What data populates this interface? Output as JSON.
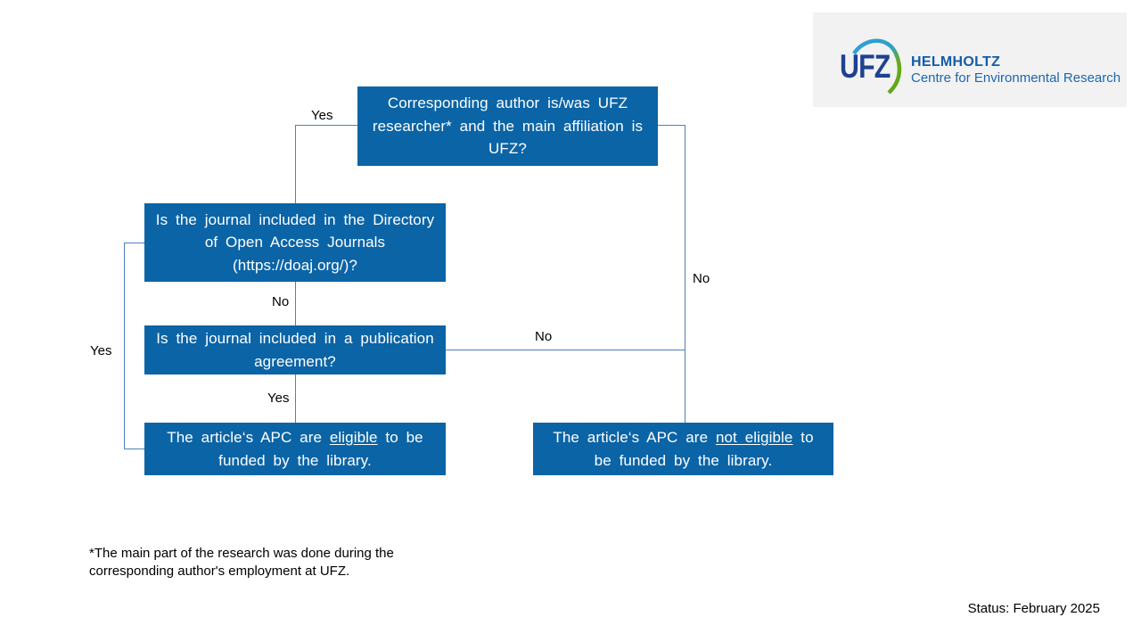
{
  "logo": {
    "ufz_text": "UFZ",
    "org_name": "HELMHOLTZ",
    "org_subtitle": "Centre for Environmental Research"
  },
  "colors": {
    "node_blue": "#0b64a6",
    "connector_blue": "#4f81bd",
    "ufz_navy": "#1e4191",
    "helmholtz_blue": "#155ca9",
    "subtitle_blue": "#1d66af",
    "arc_blue": "#2d9fd8",
    "arc_green": "#5ea71c",
    "logo_panel_bg": "#f2f2f2"
  },
  "flowchart": {
    "nodes": {
      "q1": "Corresponding author is/was UFZ researcher* and the main affiliation is UFZ?",
      "q2": "Is the journal included in the Directory of Open Access Journals (https://doaj.org/)?",
      "q3": "Is the journal included in a publication agreement?",
      "eligible": {
        "pre": "The article‘s APC are ",
        "underline": "eligible",
        "post": " to be funded by the library."
      },
      "not_eligible": {
        "pre": "The article‘s APC are ",
        "underline": "not eligible",
        "post": " to be funded by the library."
      }
    },
    "labels": {
      "yes_top": "Yes",
      "no_right": "No",
      "no_doaj": "No",
      "yes_agreement": "Yes",
      "yes_left": "Yes",
      "no_agreement": "No"
    }
  },
  "footnote": "*The main part of the research was done during the corresponding author's employment at UFZ.",
  "status": "Status: February 2025"
}
